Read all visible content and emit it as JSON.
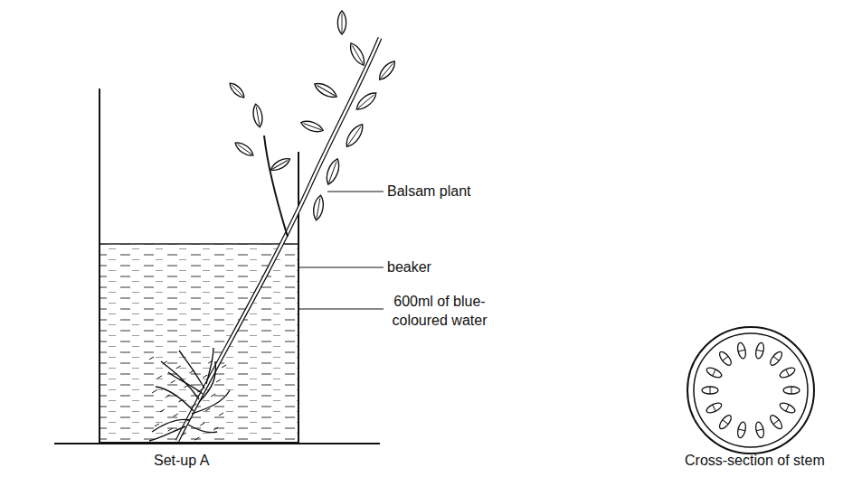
{
  "diagram": {
    "labels": [
      "Balsam plant",
      "beaker",
      "600ml of blue-coloured water",
      "Set-up A",
      "Cross-section of stem"
    ]
  }
}
